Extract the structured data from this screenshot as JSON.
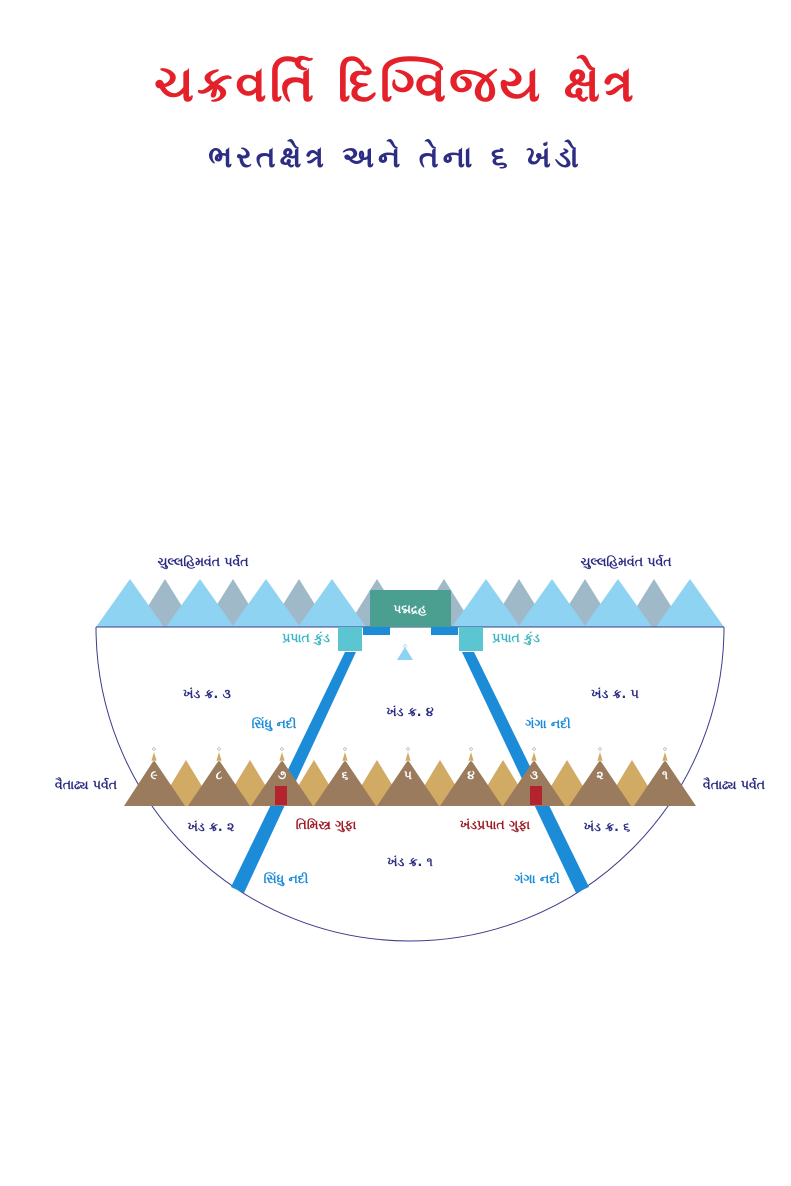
{
  "title": "ચક્રવર્તિ દિગ્વિજય ક્ષેત્ર",
  "subtitle": "ભરતક્ષેત્ર અને તેના ૬ ખંડો",
  "labels": {
    "mountain_left": "ચુલ્લહિમવંત પર્વત",
    "mountain_right": "ચુલ્લહિમવંત પર્વત",
    "padmadraha": "પદ્મદ્રહ",
    "prapat_left": "પ્રપાત કુંડ",
    "prapat_right": "પ્રપાત કુંડ",
    "khand3": "ખંડ ક્ર. ૩",
    "khand4": "ખંડ ક્ર. ૪",
    "khand5": "ખંડ ક્ર. ૫",
    "khand2": "ખંડ ક્ર. ૨",
    "khand1": "ખંડ ક્ર. ૧",
    "khand6": "ખંડ ક્ર. ૬",
    "sindhu_upper": "સિંધુ નદી",
    "sindhu_lower": "સિંધુ નદી",
    "ganga_upper": "ગંગા નદી",
    "ganga_lower": "ગંગા નદી",
    "vaitadhya_left": "વૈતાઢ્ય પર્વત",
    "vaitadhya_right": "વૈતાઢ્ય પર્વત",
    "tamisra": "તિમિસ્ત્ર ગુફા",
    "khandprapat": "ખંડપ્રપાત ગુફા"
  },
  "peak_numbers": [
    "૯",
    "૮",
    "૭",
    "૬",
    "૫",
    "૪",
    "૩",
    "૨",
    "૧"
  ],
  "colors": {
    "title": "#e4202a",
    "navy": "#2d2e83",
    "teal_label": "#3fb6c4",
    "river": "#1c8bd8",
    "river_label": "#1c8bd8",
    "cave_label": "#9e1b26",
    "cave": "#b52230",
    "snow_light": "#8fd3f2",
    "snow_gray": "#9fb9c9",
    "brown": "#9a7b5e",
    "tan": "#d1aa63",
    "padma": "#4a9f91",
    "kund": "#5bc5d2"
  }
}
